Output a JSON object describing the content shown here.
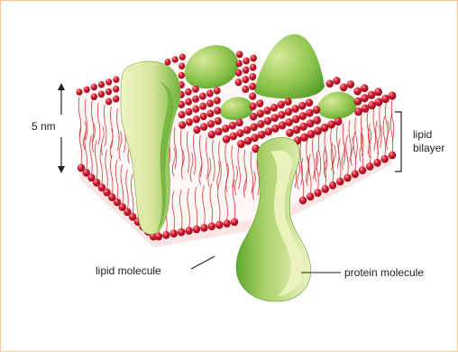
{
  "labels": {
    "thickness": "5 nm",
    "bilayer_line1": "lipid",
    "bilayer_line2": "bilayer",
    "lipid_molecule": "lipid molecule",
    "protein_molecule": "protein molecule"
  },
  "colors": {
    "frame": "#f4c58e",
    "lipid_head": "#c8102e",
    "lipid_head_highlight": "#ff8a8a",
    "lipid_tail": "#d23a3a",
    "protein_light": "#eef3bf",
    "protein_mid": "#c6dc83",
    "protein_dark": "#6fb33a",
    "text": "#222222"
  }
}
